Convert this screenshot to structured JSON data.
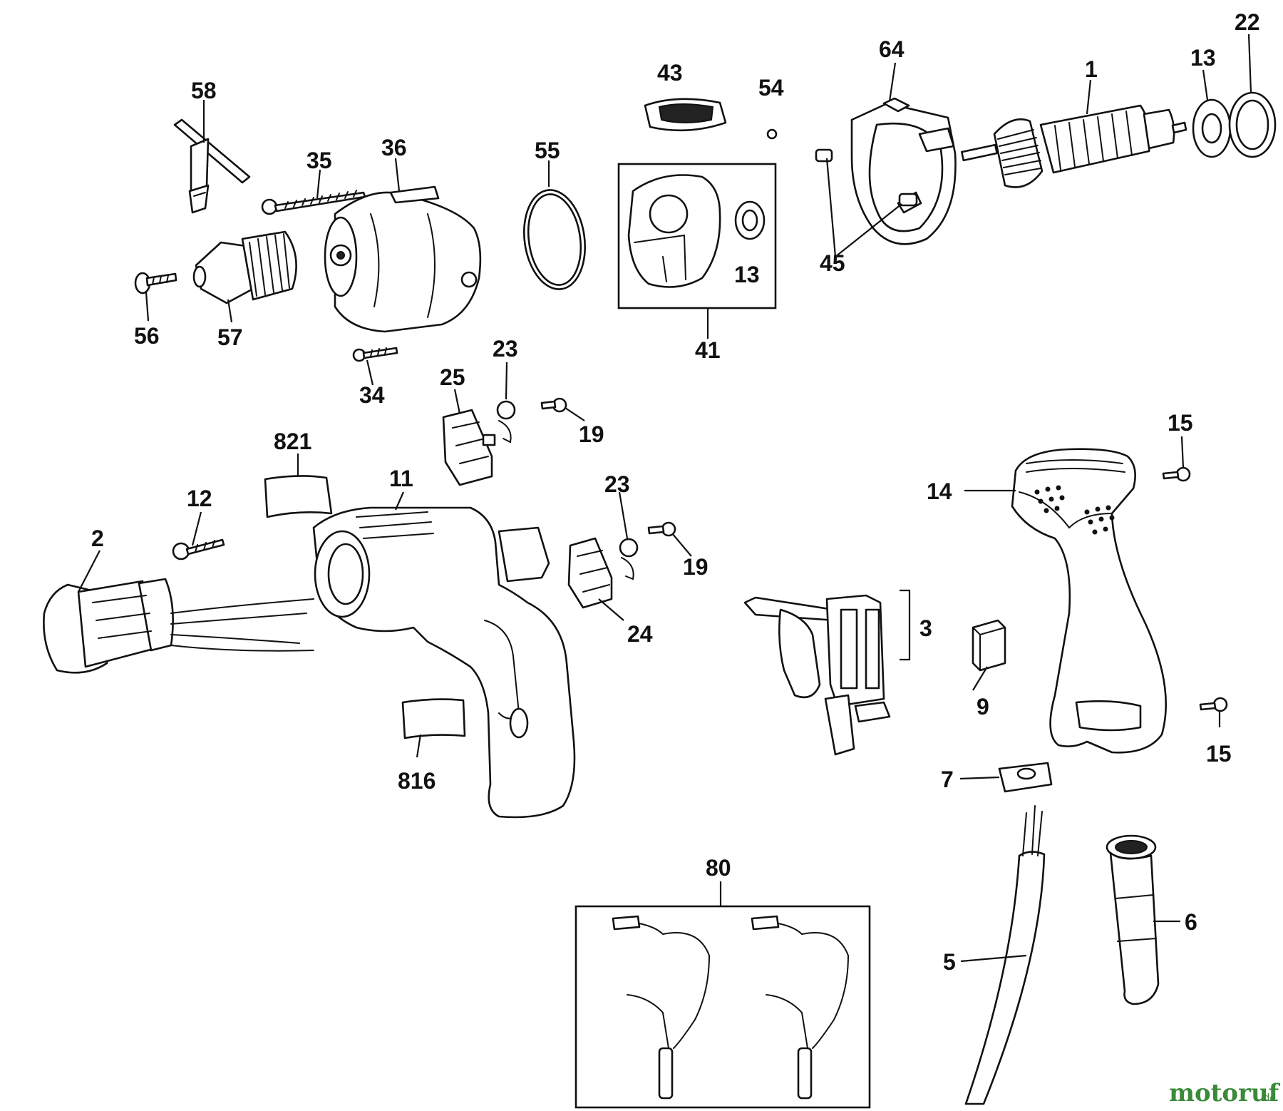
{
  "diagram": {
    "labels": {
      "l1": "1",
      "l2": "2",
      "l3": "3",
      "l5": "5",
      "l6": "6",
      "l7": "7",
      "l9": "9",
      "l11": "11",
      "l12": "12",
      "l13a": "13",
      "l13b": "13",
      "l14": "14",
      "l15a": "15",
      "l15b": "15",
      "l19a": "19",
      "l19b": "19",
      "l22": "22",
      "l23a": "23",
      "l23b": "23",
      "l24": "24",
      "l25": "25",
      "l34": "34",
      "l35": "35",
      "l36": "36",
      "l41": "41",
      "l43": "43",
      "l45": "45",
      "l54": "54",
      "l55": "55",
      "l56": "56",
      "l57": "57",
      "l58": "58",
      "l64": "64",
      "l80": "80",
      "l816": "816",
      "l821": "821"
    },
    "watermark": {
      "brand": "motoruf",
      "suffix": ".de"
    }
  }
}
